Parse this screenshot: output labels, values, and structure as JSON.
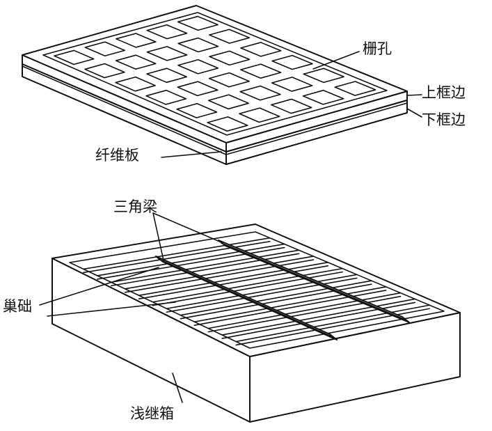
{
  "labels": {
    "grid_hole": "栅孔",
    "upper_frame": "上框边",
    "lower_frame": "下框边",
    "fiber_board": "纤维板",
    "triangle_beam": "三角梁",
    "comb_base": "巢础",
    "shallow_box": "浅继箱"
  },
  "colors": {
    "line": "#111111",
    "background": "#ffffff"
  },
  "grid": {
    "rows": 6,
    "cols": 5
  },
  "box": {
    "slats": 12,
    "beams": 2
  }
}
